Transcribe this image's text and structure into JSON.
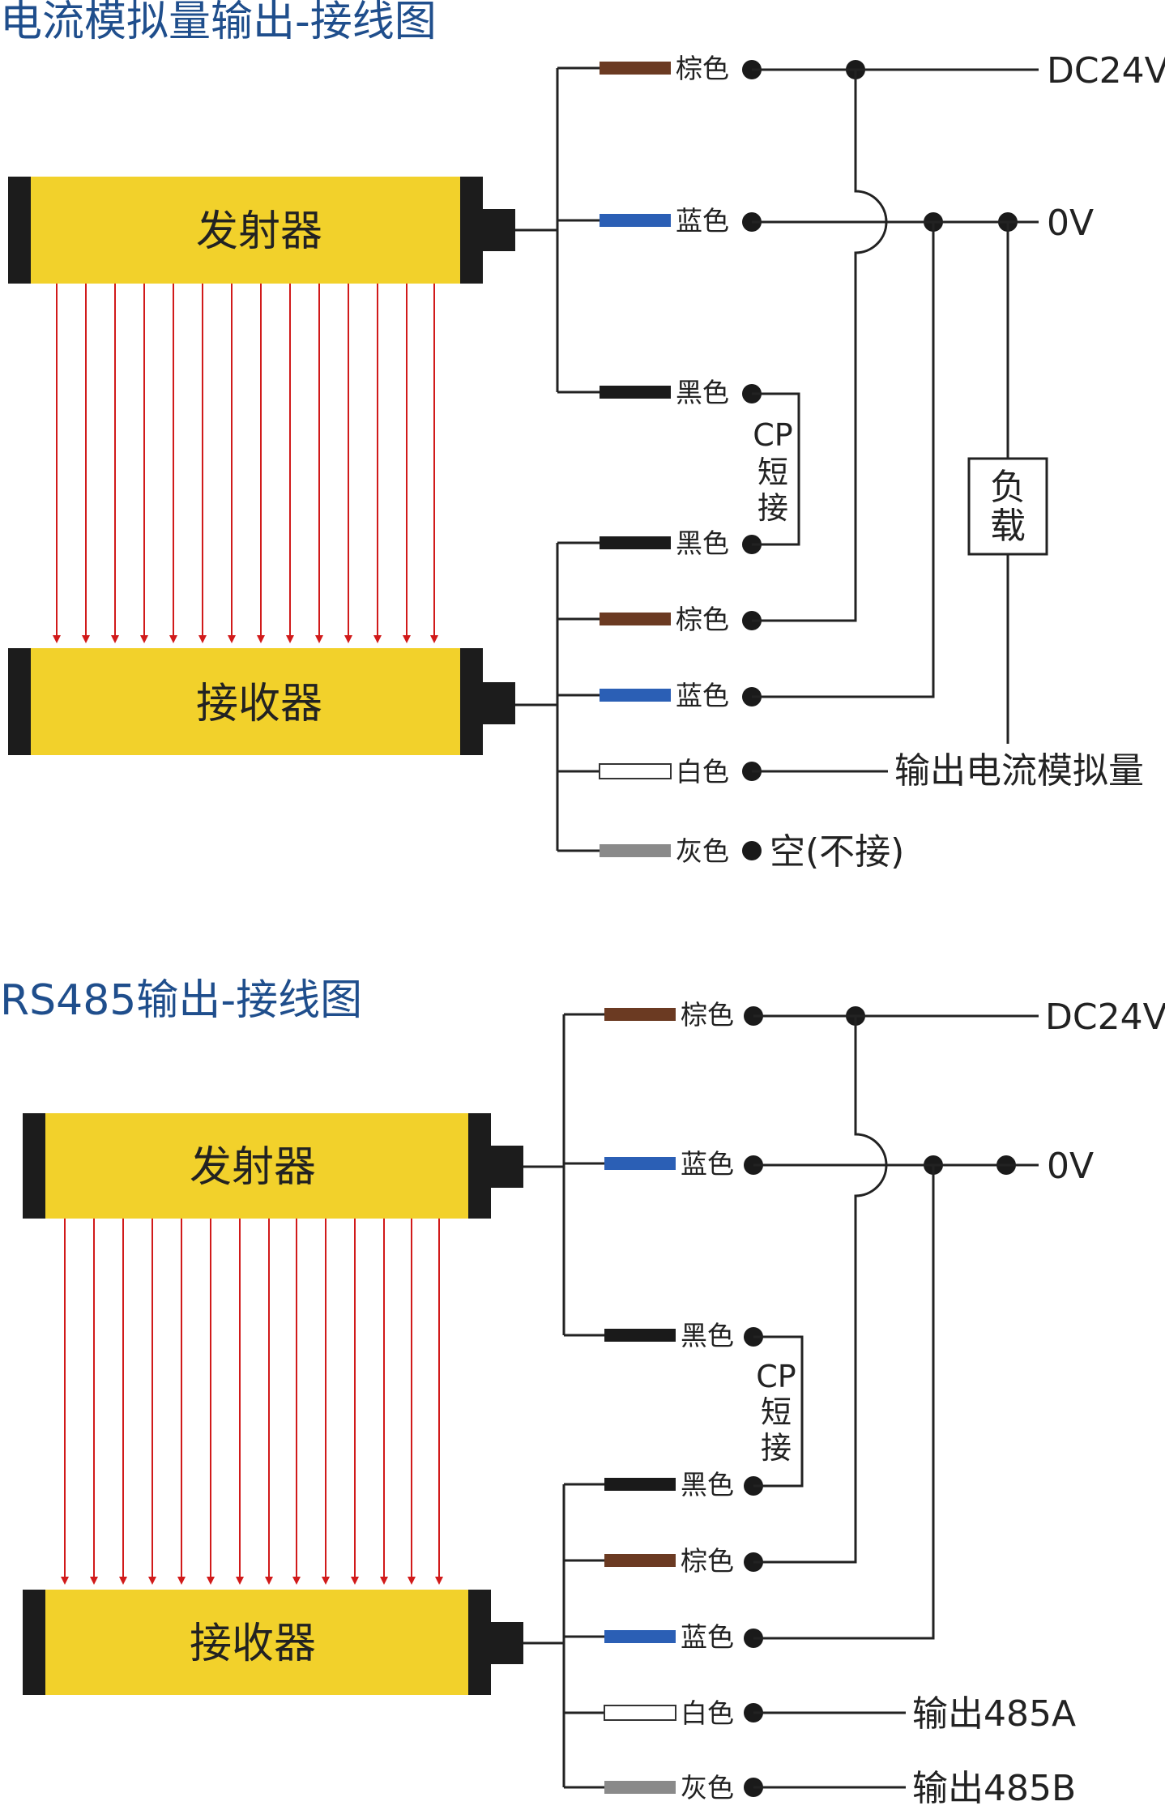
{
  "colors": {
    "bar_yellow": "#f2d12b",
    "bar_end": "#1c1c1c",
    "title_blue": "#1f4e8c",
    "beam_red": "#d11a1a",
    "brown": "#6b3a22",
    "blue": "#2b5fb5",
    "black": "#1a1a1a",
    "white": "#ffffff",
    "gray": "#8a8a8a"
  },
  "diagram1": {
    "title": "电流模拟量输出-接线图",
    "emitter_label": "发射器",
    "receiver_label": "接收器",
    "emitter_wires": [
      {
        "label": "棕色",
        "color": "brown"
      },
      {
        "label": "蓝色",
        "color": "blue"
      },
      {
        "label": "黑色",
        "color": "black"
      }
    ],
    "receiver_wires": [
      {
        "label": "黑色",
        "color": "black"
      },
      {
        "label": "棕色",
        "color": "brown"
      },
      {
        "label": "蓝色",
        "color": "blue"
      },
      {
        "label": "白色",
        "color": "white"
      },
      {
        "label": "灰色",
        "color": "gray"
      }
    ],
    "cp_short": [
      "CP",
      "短",
      "接"
    ],
    "dc24v": "DC24V",
    "zero_v": "0V",
    "load": [
      "负",
      "载"
    ],
    "analog_out": "输出电流模拟量",
    "empty": "空(不接)"
  },
  "diagram2": {
    "title": "RS485输出-接线图",
    "emitter_label": "发射器",
    "receiver_label": "接收器",
    "emitter_wires": [
      {
        "label": "棕色",
        "color": "brown"
      },
      {
        "label": "蓝色",
        "color": "blue"
      },
      {
        "label": "黑色",
        "color": "black"
      }
    ],
    "receiver_wires": [
      {
        "label": "黑色",
        "color": "black"
      },
      {
        "label": "棕色",
        "color": "brown"
      },
      {
        "label": "蓝色",
        "color": "blue"
      },
      {
        "label": "白色",
        "color": "white"
      },
      {
        "label": "灰色",
        "color": "gray"
      }
    ],
    "cp_short": [
      "CP",
      "短",
      "接"
    ],
    "dc24v": "DC24V",
    "zero_v": "0V",
    "out_a": "输出485A",
    "out_b": "输出485B"
  }
}
